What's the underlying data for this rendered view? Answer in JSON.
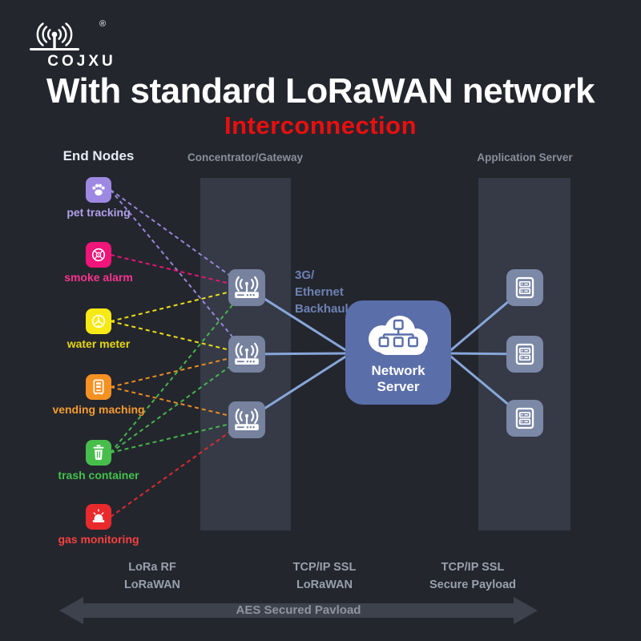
{
  "brand": {
    "name": "COJXU",
    "registered_mark": "®",
    "icon": "antenna-waves-icon"
  },
  "heading": {
    "title": "With standard LoRaWAN network",
    "subtitle": "Interconnection"
  },
  "section_headers": {
    "end_nodes": "End Nodes",
    "gateway": "Concentrator/Gateway",
    "application_server": "Application Server"
  },
  "end_nodes": [
    {
      "label": "pet tracking",
      "icon": "paw-icon",
      "color": "#9e89e2",
      "label_color": "#b29fe8"
    },
    {
      "label": "smoke alarm",
      "icon": "smoke-detector-icon",
      "color": "#f01579",
      "label_color": "#f8338e"
    },
    {
      "label": "water meter",
      "icon": "water-meter-icon",
      "color": "#f7e915",
      "label_color": "#e6d80f"
    },
    {
      "label": "vending maching",
      "icon": "vending-machine-icon",
      "color": "#f59122",
      "label_color": "#f59c2d"
    },
    {
      "label": "trash container",
      "icon": "trash-can-icon",
      "color": "#47bd4c",
      "label_color": "#43c24b"
    },
    {
      "label": "gas monitoring",
      "icon": "siren-icon",
      "color": "#e92a2c",
      "label_color": "#f54040"
    }
  ],
  "gateway": {
    "icon": "router-icon",
    "count": 3,
    "tile_color": "#76829e"
  },
  "application_server": {
    "icon": "server-rack-icon",
    "count": 3,
    "tile_color": "#7b88a6"
  },
  "network_server": {
    "label": "Network Server",
    "icon": "cloud-network-icon",
    "color": "#5a6ea9"
  },
  "backhaul": {
    "line1": "3G/",
    "line2": "Ethernet",
    "line3": "Backhaul",
    "color": "#6d82b3"
  },
  "links": {
    "color": "#87a6d9"
  },
  "connections": [
    {
      "from": "pet tracking",
      "to": "gateway-1",
      "color": "#9e89e2"
    },
    {
      "from": "pet tracking",
      "to": "gateway-2",
      "color": "#9e89e2"
    },
    {
      "from": "smoke alarm",
      "to": "gateway-1",
      "color": "#f01579"
    },
    {
      "from": "water meter",
      "to": "gateway-1",
      "color": "#f7e915"
    },
    {
      "from": "water meter",
      "to": "gateway-2",
      "color": "#f7e915"
    },
    {
      "from": "vending maching",
      "to": "gateway-2",
      "color": "#f59122"
    },
    {
      "from": "vending maching",
      "to": "gateway-3",
      "color": "#f59122"
    },
    {
      "from": "trash container",
      "to": "gateway-1",
      "color": "#47bd4c"
    },
    {
      "from": "trash container",
      "to": "gateway-2",
      "color": "#47bd4c"
    },
    {
      "from": "trash container",
      "to": "gateway-3",
      "color": "#47bd4c"
    },
    {
      "from": "gas monitoring",
      "to": "gateway-3",
      "color": "#e92a2c"
    }
  ],
  "protocol_labels": [
    {
      "line1": "LoRa RF",
      "line2": "LoRaWAN"
    },
    {
      "line1": "TCP/IP SSL",
      "line2": "LoRaWAN"
    },
    {
      "line1": "TCP/IP SSL",
      "line2": "Secure Payload"
    }
  ],
  "bottom_arrow": {
    "label": "AES Secured Pavload"
  }
}
